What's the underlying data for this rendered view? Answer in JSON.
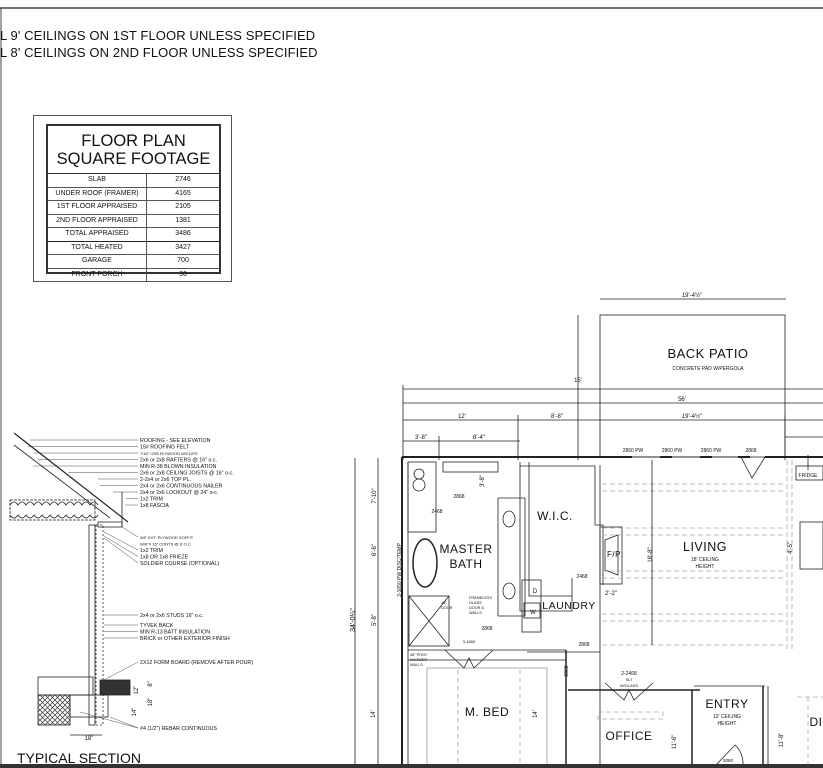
{
  "notes": [
    "L 9' CEILINGS ON 1ST FLOOR UNLESS SPECIFIED",
    "L 8' CEILINGS ON 2ND FLOOR UNLESS SPECIFIED"
  ],
  "square_footage": {
    "title_line1": "FLOOR PLAN",
    "title_line2": "SQUARE FOOTAGE",
    "rows": [
      {
        "label": "SLAB",
        "value": "2746"
      },
      {
        "label": "UNDER ROOF (FRAMER)",
        "value": "4165"
      },
      {
        "label": "1ST FLOOR APPRAISED",
        "value": "2105"
      },
      {
        "label": "2ND FLOOR APPRAISED",
        "value": "1381"
      },
      {
        "label": "TOTAL APPRAISED",
        "value": "3486"
      },
      {
        "label": "TOTAL HEATED",
        "value": "3427"
      },
      {
        "label": "GARAGE",
        "value": "700"
      },
      {
        "label": "FRONT PORCH",
        "value": "36"
      }
    ]
  },
  "section": {
    "title": "TYPICAL SECTION",
    "callouts": [
      "ROOFING - SEE ELEVATION",
      "15# ROOFING FELT",
      "7/16\" OSB PLYWOOD W/CLIPS",
      "2x6 or 2x8 RAFTERS @ 16\" o.c.",
      "MIN R-38 BLOWN INSULATION",
      "2x6 or 2x8 CEILING JOISTS @ 16\" o-c.",
      "2-2x4 or 2x6 TOP PL.",
      "2x4 or 2x6 CONTINUOUS NAILER",
      "2x4 or 2x6 LOOKOUT @ 24\" o-c.",
      "1x2 TRIM",
      "1x8 FASCIA",
      "3/8\" EXT. PLYWOOD SOFFIT",
      "W/8\"X 16\" CONTS @ 8' O.C.",
      "1x2 TRIM",
      "1x8 OR 1x8 FRIEZE",
      "SOLDIER COURSE (OPTIONAL)",
      "2x4 or 2x6 STUDS 16\" o.c.",
      "TYVEK BACK",
      "MIN R-13 BATT INSULATION",
      "BRICK or OTHER EXTERIOR FINISH",
      "2X12 FORM BOARD (REMOVE AFTER POUR)",
      "#4 (1/2\") REBAR CONTINUOUS"
    ],
    "dims": [
      "18\"",
      "14\"",
      "18\"",
      "12\"",
      "8\""
    ]
  },
  "plan": {
    "rooms": {
      "back_patio": "BACK PATIO",
      "back_patio_sub": "CONCRETE PAD W/PERGOLA",
      "wic": "W.I.C.",
      "master": "MASTER",
      "bath": "BATH",
      "laundry": "LAUNDRY",
      "living": "LIVING",
      "living_sub1": "18' CEILING",
      "living_sub2": "HEIGHT",
      "fp": "F/P",
      "m_bed": "M. BED",
      "office": "OFFICE",
      "entry": "ENTRY",
      "entry_sub1": "12' CEILING",
      "entry_sub2": "HEIGHT",
      "dining": "DI",
      "fridge": "FRIDGE",
      "dryer": "D",
      "washer": "W"
    },
    "dims": {
      "patio_top": "19'-4½\"",
      "overall": "56'",
      "d12": "12'",
      "d8_8": "8'-8\"",
      "patio_bottom": "19'-4½\"",
      "d3_8": "3'-8\"",
      "d8_4": "8'-4\"",
      "d7_10": "7'-10\"",
      "d6_6": "6'-6\"",
      "d5_8": "5'-8\"",
      "d34": "34'-0¼\"",
      "d18_8": "18'-8\"",
      "d4_5": "4'-5\"",
      "d2_2": "2'-2\"",
      "d14a": "14'",
      "d14b": "14'",
      "d11_8": "11'-8\"",
      "d11_6": "11'-6\"",
      "d3_8b": "3'-8\"",
      "d15": "15'"
    },
    "openings": {
      "w1": "2860 PW",
      "w2": "2860 PW",
      "w3": "2860 PW",
      "door_patio": "2868",
      "d_wc": "2868",
      "d_bath": "2468",
      "tub_window": "3-1650 PW DISC/TEMP",
      "d_wic": "2468",
      "d_laundry": "2868",
      "d_hall": "2868",
      "d_closet": "2868",
      "d_mbed": "3-1660",
      "office_door1": "2-2468",
      "office_door2": "SLT",
      "office_door3": "W/GLASS",
      "front_door": "3080",
      "shower_note": [
        "FRAMELESS",
        "GLASS",
        "DOOR &",
        "WALLS"
      ],
      "shower_door": [
        "18\"",
        "DOOR"
      ],
      "pony_wall": [
        "48\" PONY",
        "SHOWER",
        "WALLS"
      ]
    }
  }
}
